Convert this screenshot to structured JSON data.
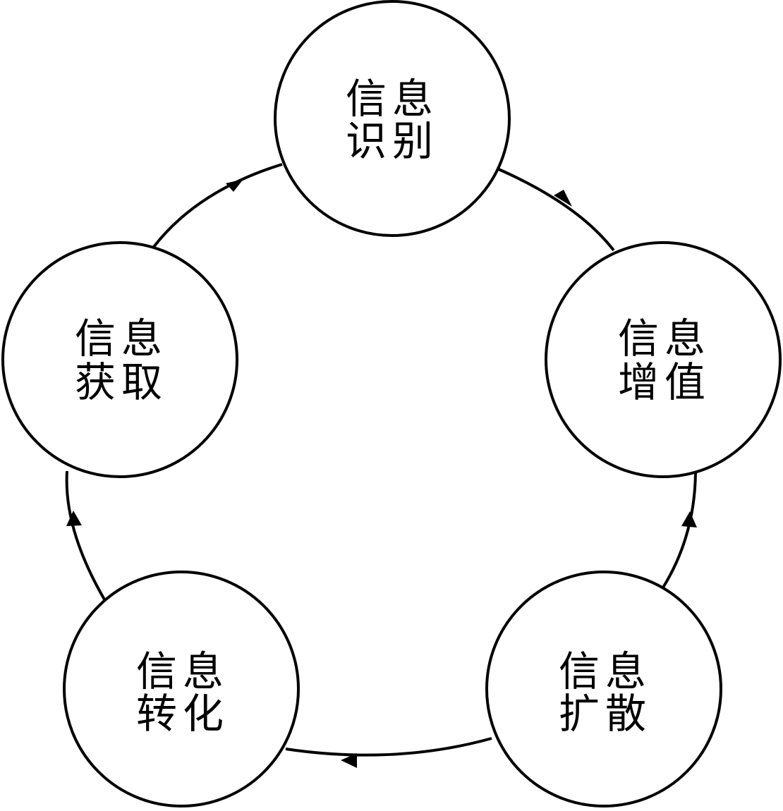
{
  "diagram": {
    "colors": {
      "stroke": "#000000",
      "fill": "#ffffff",
      "text": "#000000"
    },
    "nodes": [
      {
        "id": "identify",
        "line1": "信息",
        "line2": "识别"
      },
      {
        "id": "acquire",
        "line1": "信息",
        "line2": "获取"
      },
      {
        "id": "value",
        "line1": "信息",
        "line2": "增值"
      },
      {
        "id": "convert",
        "line1": "信息",
        "line2": "转化"
      },
      {
        "id": "spread",
        "line1": "信息",
        "line2": "扩散"
      }
    ],
    "edges": [
      {
        "from": "acquire",
        "to": "identify"
      },
      {
        "from": "value",
        "to": "identify"
      },
      {
        "from": "convert",
        "to": "acquire"
      },
      {
        "from": "spread",
        "to": "value"
      },
      {
        "from": "spread",
        "to": "convert"
      }
    ]
  }
}
